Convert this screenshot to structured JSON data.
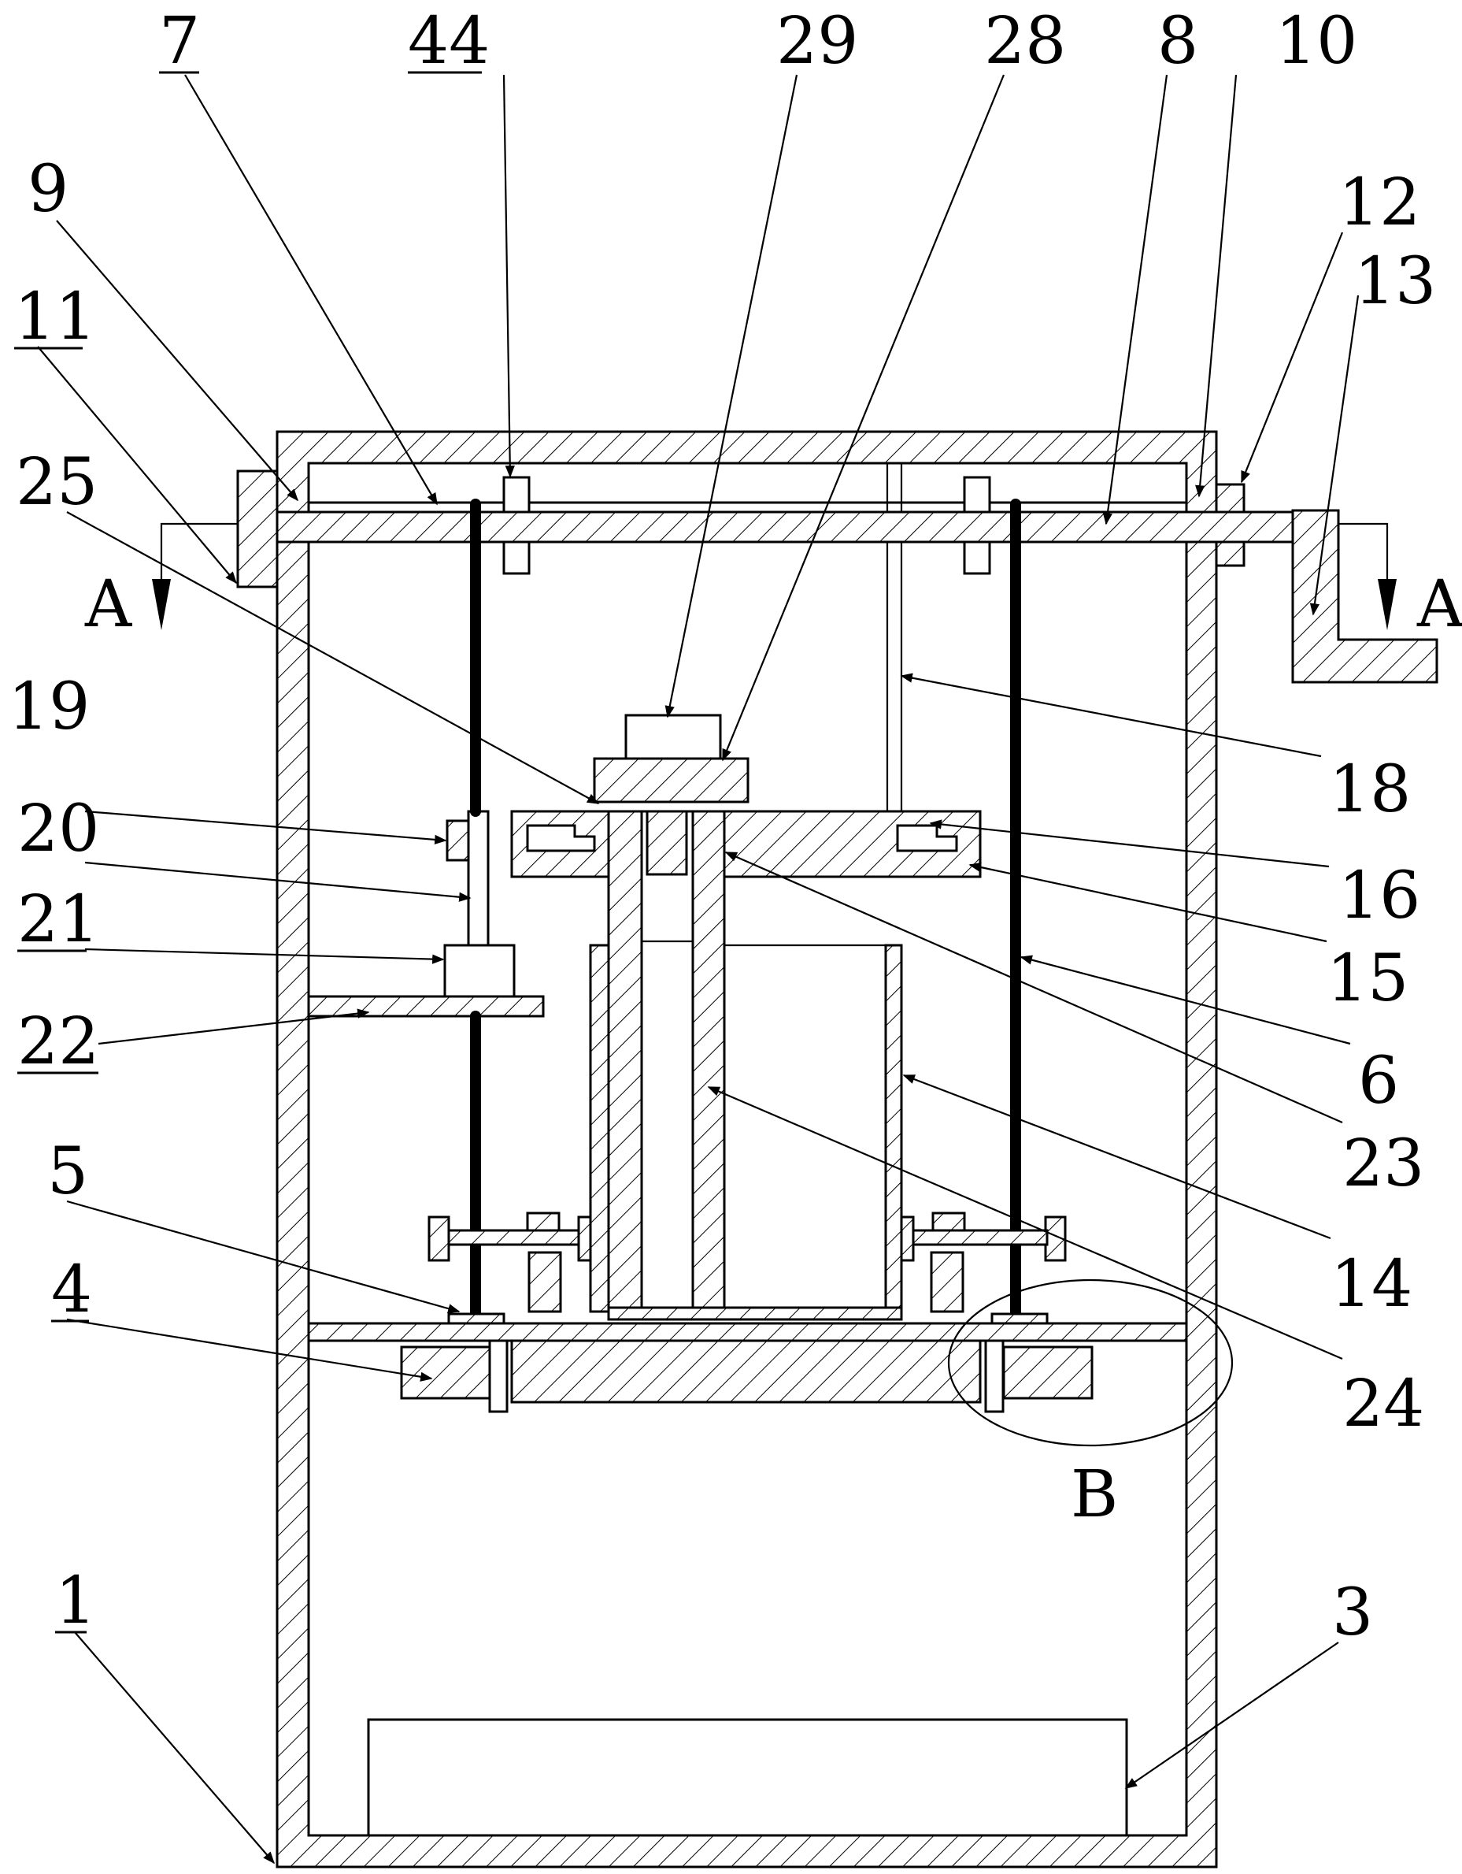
{
  "labels": {
    "l7": "7",
    "l44": "44",
    "l29": "29",
    "l28": "28",
    "l8": "8",
    "l10": "10",
    "l9": "9",
    "l12": "12",
    "l11": "11",
    "l13": "13",
    "l25": "25",
    "lA_left": "A",
    "lA_right": "A",
    "l18": "18",
    "l19": "19",
    "l16": "16",
    "l20": "20",
    "l15": "15",
    "l21": "21",
    "l6": "6",
    "l22": "22",
    "l23": "23",
    "l14": "14",
    "l5": "5",
    "l24": "24",
    "l4": "4",
    "lB": "B",
    "l3": "3",
    "l1": "1"
  }
}
